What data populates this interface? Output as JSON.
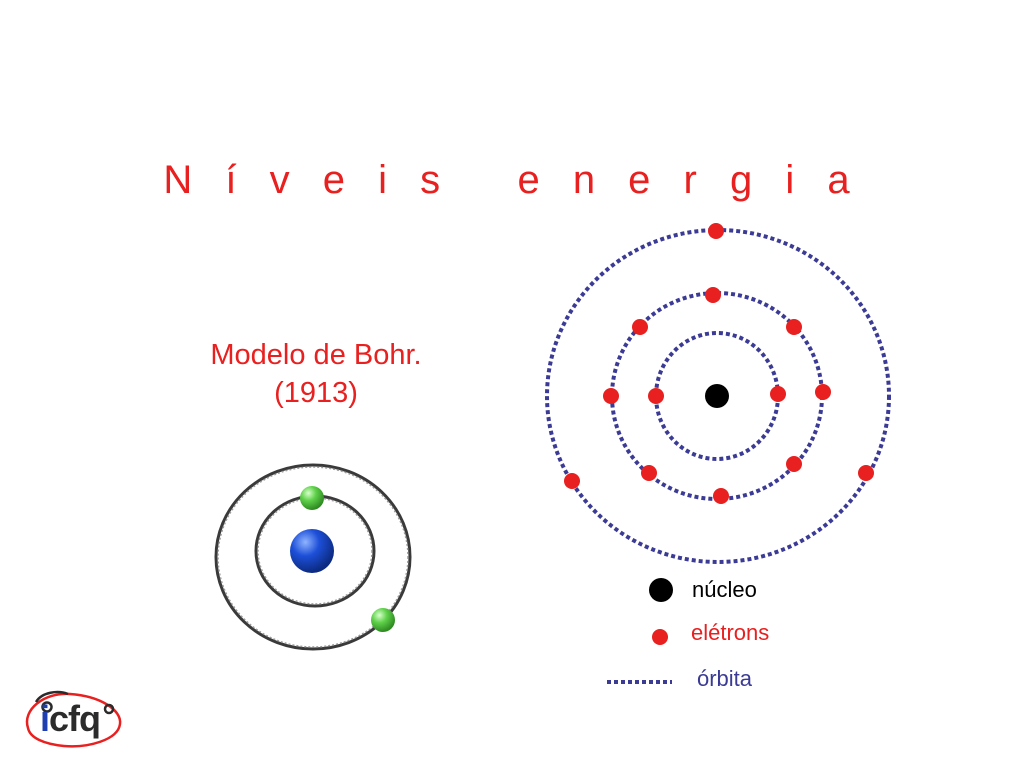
{
  "title": "N í v e i s   e n e r g i a",
  "bohr_label": {
    "line1": "Modelo de Bohr.",
    "line2": "(1913)"
  },
  "legend": {
    "nucleus": "núcleo",
    "electrons": "elétrons",
    "orbit": "órbita"
  },
  "logo": {
    "prefix": "i",
    "rest": "cfq"
  },
  "colors": {
    "title": "#e8201f",
    "label": "#e8201f",
    "electron": "#e8201f",
    "orbit": "#3b3b96",
    "nucleus": "#000000",
    "bohr_nucleus": "#1d4fd8",
    "bohr_electron": "#5fd14a",
    "bohr_orbit": "#333333",
    "legend_nucleus_text": "#000000",
    "legend_electrons_text": "#e8201f",
    "legend_orbit_text": "#3b3b96",
    "logo_dark": "#2b2b2b",
    "logo_accent": "#1e3fb0",
    "logo_ring": "#e8201f"
  },
  "icons": {
    "nucleus": "black-dot",
    "electron": "red-dot",
    "orbit": "dotted-line",
    "logo": "icfq-logo"
  }
}
